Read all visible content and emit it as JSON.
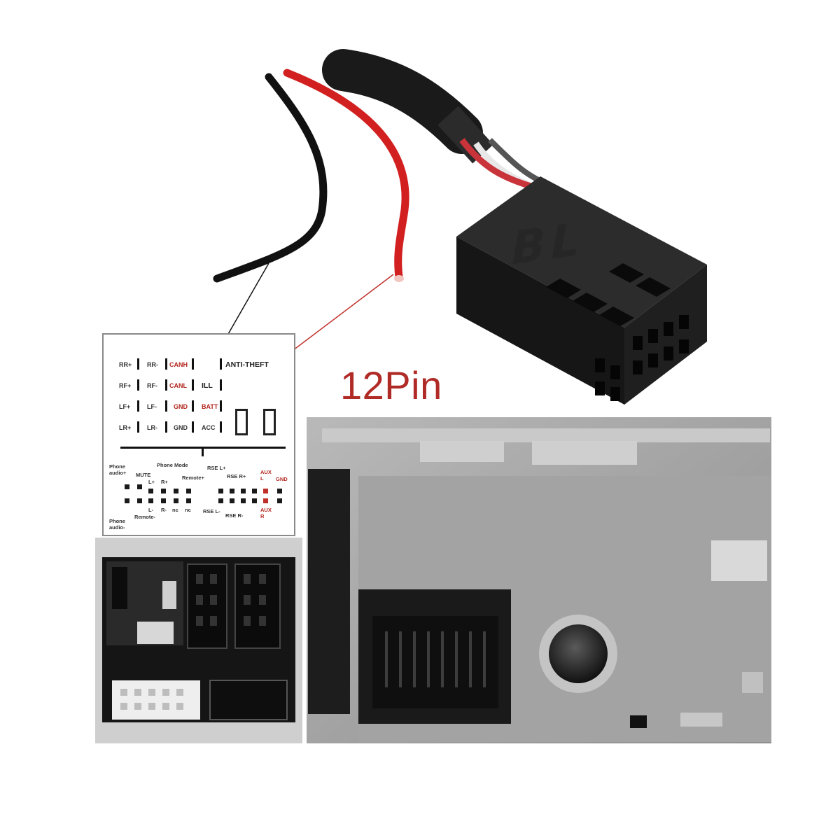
{
  "title": "12Pin",
  "connector_brand": "BL",
  "pinout": {
    "upper_rows": [
      [
        "RR+",
        "RR-",
        "CANH",
        "ANTI-THEFT"
      ],
      [
        "RF+",
        "RF-",
        "CANL",
        "ILL"
      ],
      [
        "LF+",
        "LF-",
        "GND",
        "BATT"
      ],
      [
        "LR+",
        "LR-",
        "GND",
        "ACC"
      ]
    ],
    "upper_red": [
      "CANH",
      "CANL",
      "GND",
      "BATT"
    ],
    "lower_labels": {
      "phone_audio_plus": "Phone audio+",
      "mute": "MUTE",
      "l_plus": "L+",
      "r_plus": "R+",
      "phone_mode": "Phone Mode",
      "remote_plus": "Remote+",
      "rse_l_plus": "RSE L+",
      "rse_r_plus": "RSE R+",
      "aux_l": "AUX L",
      "gnd": "GND",
      "l_minus": "L-",
      "r_minus": "R-",
      "nc1": "nc",
      "nc2": "nc",
      "rse_l_minus": "RSE L-",
      "rse_r_minus": "RSE R-",
      "aux_r": "AUX R",
      "remote_minus": "Remote-",
      "phone_audio_minus": "Phone audio-"
    }
  },
  "colors": {
    "accent_red": "#b02a26",
    "wire_red": "#d21f1f",
    "wire_black": "#111111",
    "metal_grey": "#a7a7a7"
  }
}
